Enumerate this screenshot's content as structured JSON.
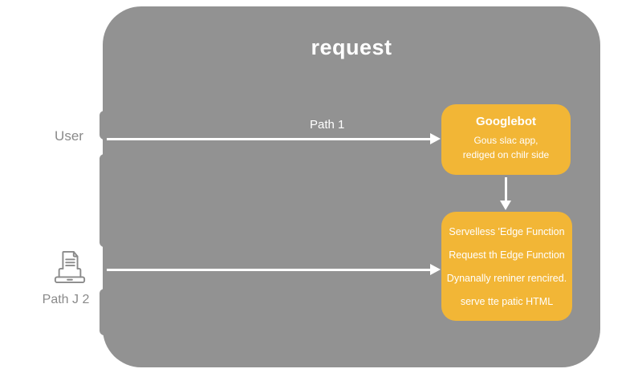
{
  "title": "request",
  "actors": {
    "user": {
      "label": "User"
    }
  },
  "paths": {
    "path1": {
      "label": "Path 1"
    },
    "path2": {
      "label": "Path J 2"
    }
  },
  "nodes": {
    "googlebot": {
      "title": "Googlebot",
      "lines": [
        "Gous slac app,",
        "rediged on chilr side"
      ]
    },
    "edge_function": {
      "lines": [
        "Servelless 'Edge Function",
        "Request th Edge Function",
        "Dynanally reniner rencired.",
        "serve tte patic HTML"
      ]
    }
  },
  "icons": {
    "path2_icon": "document-printer-icon"
  },
  "colors": {
    "panel": "#929292",
    "node": "#F2B636",
    "text_light": "#FFFFFF",
    "text_muted": "#8A8A8A",
    "bg": "#FFFFFF"
  }
}
